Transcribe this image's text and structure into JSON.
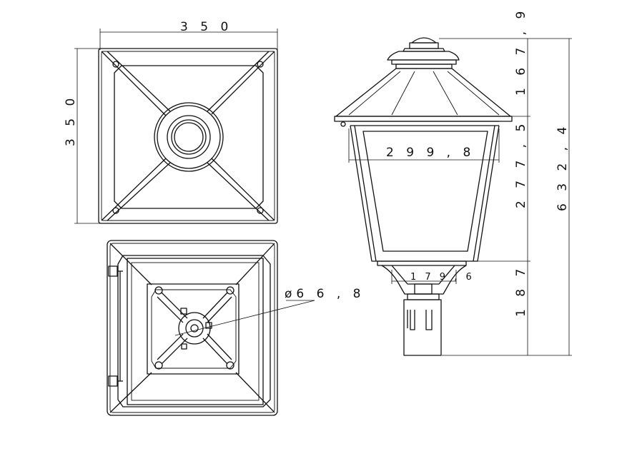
{
  "top_view": {
    "width_label": "3 5 0",
    "height_label": "3 5 0"
  },
  "bottom_view": {
    "diameter_label": "ø6 6 , 8"
  },
  "side_view": {
    "width_label": "2 9 9 , 8",
    "base_width_label": "1 7 9 , 6",
    "cap_height_label": "1 6 7 , 9",
    "body_height_label": "2 7 7 , 5",
    "post_height_label": "1 8 7",
    "total_height_label": "6 3 2 , 4"
  }
}
